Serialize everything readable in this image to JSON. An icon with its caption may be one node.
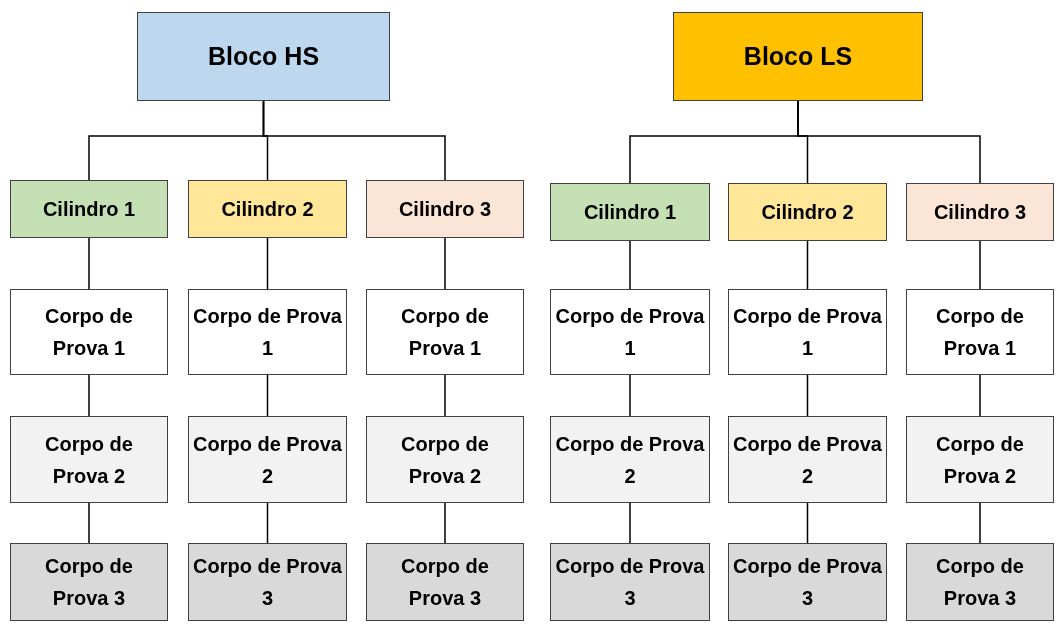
{
  "diagram": {
    "nodes": [
      {
        "text": [
          "Bloco HS"
        ]
      },
      {
        "text": [
          "Bloco LS"
        ]
      },
      {
        "text": [
          "Cilindro 1"
        ]
      },
      {
        "text": [
          "Cilindro 2"
        ]
      },
      {
        "text": [
          "Cilindro 3"
        ]
      },
      {
        "text": [
          "Cilindro 1"
        ]
      },
      {
        "text": [
          "Cilindro 2"
        ]
      },
      {
        "text": [
          "Cilindro 3"
        ]
      },
      {
        "text": [
          "Corpo de Prova 1"
        ]
      },
      {
        "text": [
          "Corpo de Prova 1"
        ]
      },
      {
        "text": [
          "Corpo de Prova 1"
        ]
      },
      {
        "text": [
          "Corpo de Prova 1"
        ]
      },
      {
        "text": [
          "Corpo de Prova 1"
        ]
      },
      {
        "text": [
          "Corpo de Prova 1"
        ]
      },
      {
        "text": [
          "Corpo de Prova 2"
        ]
      },
      {
        "text": [
          "Corpo de Prova 2"
        ]
      },
      {
        "text": [
          "Corpo de Prova 2"
        ]
      },
      {
        "text": [
          "Corpo de Prova 2"
        ]
      },
      {
        "text": [
          "Corpo de Prova 2"
        ]
      },
      {
        "text": [
          "Corpo de Prova 2"
        ]
      },
      {
        "text": [
          "Corpo de Prova 3"
        ]
      },
      {
        "text": [
          "Corpo de Prova 3"
        ]
      },
      {
        "text": [
          "Corpo de Prova 3"
        ]
      },
      {
        "text": [
          "Corpo de Prova 3"
        ]
      },
      {
        "text": [
          "Corpo de Prova 3"
        ]
      },
      {
        "text": [
          "Corpo de Prova 3"
        ]
      }
    ],
    "edges": [
      {
        "from": 0,
        "to": 2,
        "arrow": "none"
      },
      {
        "from": 0,
        "to": 3,
        "arrow": "none"
      },
      {
        "from": 0,
        "to": 4,
        "arrow": "none"
      },
      {
        "from": 1,
        "to": 5,
        "arrow": "none"
      },
      {
        "from": 1,
        "to": 6,
        "arrow": "none"
      },
      {
        "from": 1,
        "to": 7,
        "arrow": "none"
      },
      {
        "from": 2,
        "to": 8,
        "arrow": "none"
      },
      {
        "from": 3,
        "to": 9,
        "arrow": "none"
      },
      {
        "from": 4,
        "to": 10,
        "arrow": "none"
      },
      {
        "from": 5,
        "to": 11,
        "arrow": "none"
      },
      {
        "from": 6,
        "to": 12,
        "arrow": "none"
      },
      {
        "from": 7,
        "to": 13,
        "arrow": "none"
      },
      {
        "from": 8,
        "to": 14,
        "arrow": "none"
      },
      {
        "from": 9,
        "to": 15,
        "arrow": "none"
      },
      {
        "from": 10,
        "to": 16,
        "arrow": "none"
      },
      {
        "from": 11,
        "to": 17,
        "arrow": "none"
      },
      {
        "from": 12,
        "to": 18,
        "arrow": "none"
      },
      {
        "from": 13,
        "to": 19,
        "arrow": "none"
      },
      {
        "from": 14,
        "to": 20,
        "arrow": "none"
      },
      {
        "from": 15,
        "to": 21,
        "arrow": "none"
      },
      {
        "from": 16,
        "to": 22,
        "arrow": "none"
      },
      {
        "from": 17,
        "to": 23,
        "arrow": "none"
      },
      {
        "from": 18,
        "to": 24,
        "arrow": "none"
      },
      {
        "from": 19,
        "to": 25,
        "arrow": "none"
      }
    ]
  }
}
